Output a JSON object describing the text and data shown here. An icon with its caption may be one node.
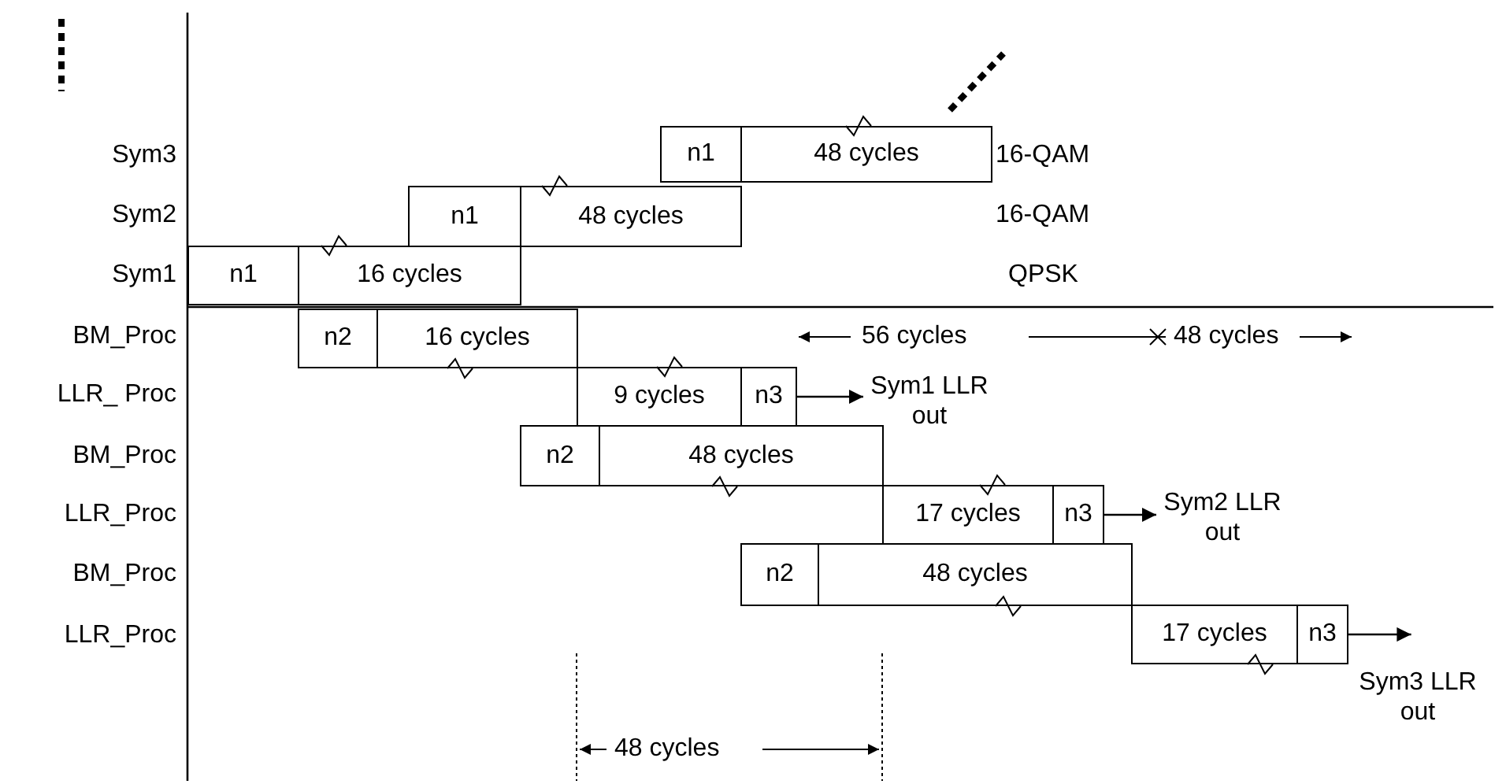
{
  "diagram": {
    "nodes": [
      {
        "text": [
          "n1"
        ]
      },
      {
        "text": [
          "48 cycles"
        ]
      },
      {
        "text": [
          "n1"
        ]
      },
      {
        "text": [
          "48 cycles"
        ]
      },
      {
        "text": [
          "n1"
        ]
      },
      {
        "text": [
          "16 cycles"
        ]
      },
      {
        "text": [
          "n2"
        ]
      },
      {
        "text": [
          "16 cycles"
        ]
      },
      {
        "text": [
          "9 cycles"
        ]
      },
      {
        "text": [
          "n3"
        ]
      },
      {
        "text": [
          "Sym1 LLR out"
        ]
      },
      {
        "text": [
          "n2"
        ]
      },
      {
        "text": [
          "48 cycles"
        ]
      },
      {
        "text": [
          "17 cycles"
        ]
      },
      {
        "text": [
          "n3"
        ]
      },
      {
        "text": [
          "Sym2 LLR out"
        ]
      },
      {
        "text": [
          "n2"
        ]
      },
      {
        "text": [
          "48 cycles"
        ]
      },
      {
        "text": [
          "17 cycles"
        ]
      },
      {
        "text": [
          "n3"
        ]
      },
      {
        "text": [
          "Sym3 LLR out"
        ]
      }
    ],
    "edges": [
      {
        "from": 9,
        "to": 10,
        "arrow": "to"
      },
      {
        "from": 14,
        "to": 15,
        "arrow": "to"
      },
      {
        "from": 19,
        "to": 20,
        "arrow": "to"
      }
    ],
    "labels": [
      "Sym3",
      "16-QAM",
      "Sym2",
      "16-QAM",
      "Sym1",
      "QPSK",
      "BM_Proc",
      "56 cycles",
      "48 cycles",
      "LLR_ Proc",
      "BM_Proc",
      "LLR_Proc",
      "BM_Proc",
      "LLR_Proc",
      "48 cycles"
    ]
  }
}
